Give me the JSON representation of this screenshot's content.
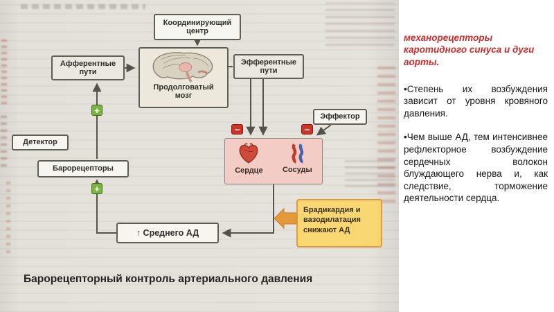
{
  "panel": {
    "heading": "механорецепторы каротидного синуса и дуги аорты.",
    "paragraphs": [
      "•Степень их возбуждения зависит от уровня кровяного давления.",
      "•Чем выше АД, тем интенсивнее рефлекторное возбуждение сердечных волокон блуждающего нерва и, как следствие, торможение деятельности сердца."
    ]
  },
  "diagram": {
    "caption": "Барорецепторный контроль артериального давления",
    "nodes": {
      "coordinating_center": "Координирующий центр",
      "afferent_paths": "Афферентные пути",
      "efferent_paths": "Эфферентные пути",
      "medulla": "Продолговатый мозг",
      "effector": "Эффектор",
      "detector": "Детектор",
      "baroreceptors": "Барорецепторы",
      "heart_label": "Сердце",
      "vessels_label": "Сосуды",
      "mean_bp": "↑ Среднего АД",
      "note": "Брадикардия и вазодилатация снижают АД"
    },
    "signs": {
      "plus": "+",
      "minus": "−"
    },
    "colors": {
      "plus_green": "#79b341",
      "minus_red": "#cf3227",
      "pink_panel": "#f3ccc5",
      "note_fill": "#f8d772",
      "note_border": "#e09a3c"
    }
  }
}
